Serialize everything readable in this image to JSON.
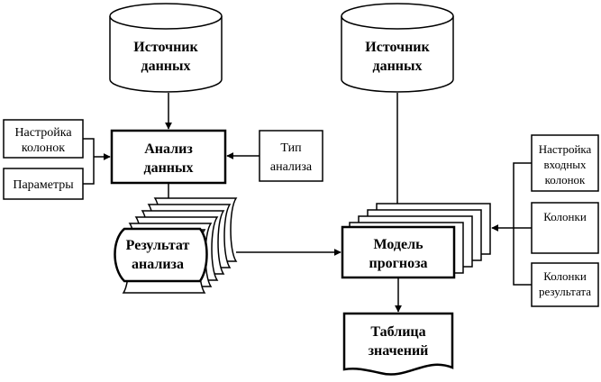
{
  "diagram": {
    "source_left": [
      "Источник",
      "данных"
    ],
    "source_right": [
      "Источник",
      "данных"
    ],
    "analysis": [
      "Анализ",
      "данных"
    ],
    "column_settings": [
      "Настройка",
      "колонок"
    ],
    "parameters": "Параметры",
    "analysis_type": [
      "Тип",
      "анализа"
    ],
    "analysis_result": [
      "Результат",
      "анализа"
    ],
    "forecast_model": [
      "Модель",
      "прогноза"
    ],
    "input_column_settings": [
      "Настройка",
      "входных",
      "колонок"
    ],
    "columns": "Колонки",
    "result_columns": [
      "Колонки",
      "результата"
    ],
    "values_table": [
      "Таблица",
      "значений"
    ]
  }
}
